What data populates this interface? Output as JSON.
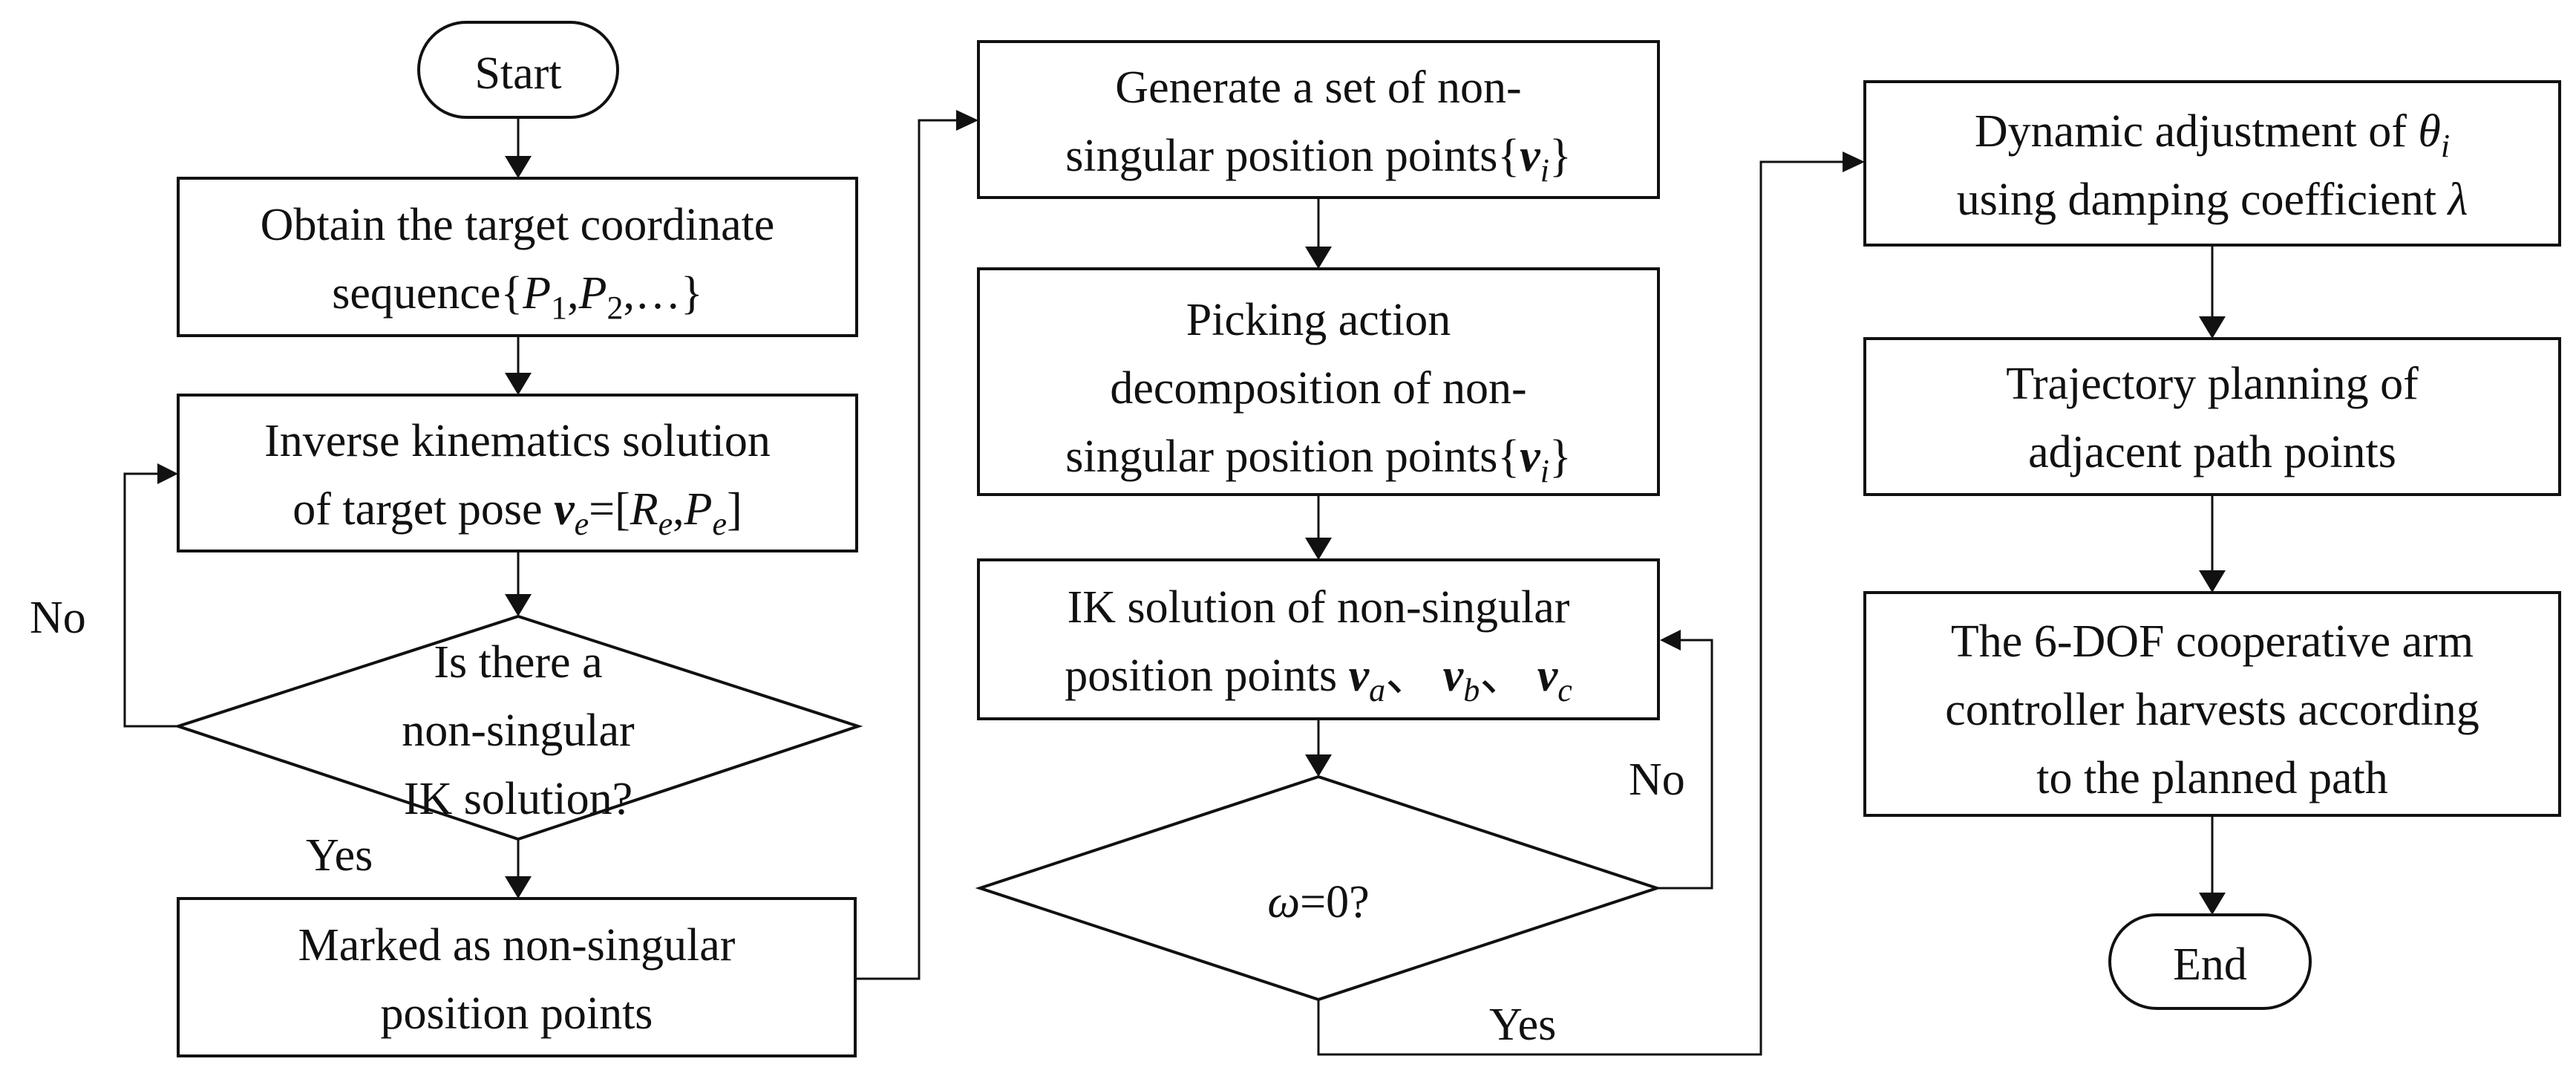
{
  "flowchart": {
    "nodes": {
      "start": {
        "shape": "terminal",
        "lines": [
          [
            {
              "t": "Start"
            }
          ]
        ]
      },
      "obtain": {
        "shape": "process",
        "lines": [
          [
            {
              "t": "Obtain the target coordinate"
            }
          ],
          [
            {
              "t": "sequence{"
            },
            {
              "t": "P",
              "i": true
            },
            {
              "t": "1",
              "sub": true
            },
            {
              "t": ","
            },
            {
              "t": "P",
              "i": true
            },
            {
              "t": "2",
              "sub": true
            },
            {
              "t": ",…}"
            }
          ]
        ]
      },
      "inverse": {
        "shape": "process",
        "lines": [
          [
            {
              "t": "Inverse kinematics solution"
            }
          ],
          [
            {
              "t": "of target pose "
            },
            {
              "t": "v",
              "i": true,
              "b": true
            },
            {
              "t": "e",
              "sub": true,
              "i": true
            },
            {
              "t": "=["
            },
            {
              "t": "R",
              "i": true
            },
            {
              "t": "e",
              "sub": true,
              "i": true
            },
            {
              "t": ","
            },
            {
              "t": "P",
              "i": true
            },
            {
              "t": "e",
              "sub": true,
              "i": true
            },
            {
              "t": "]"
            }
          ]
        ]
      },
      "decision1": {
        "shape": "decision",
        "lines": [
          [
            {
              "t": "Is there a"
            }
          ],
          [
            {
              "t": "non-singular"
            }
          ],
          [
            {
              "t": "IK solution?"
            }
          ]
        ]
      },
      "marked": {
        "shape": "process",
        "lines": [
          [
            {
              "t": "Marked as non-singular"
            }
          ],
          [
            {
              "t": "position points"
            }
          ]
        ]
      },
      "generate": {
        "shape": "process",
        "lines": [
          [
            {
              "t": "Generate a set of non-"
            }
          ],
          [
            {
              "t": "singular position points{"
            },
            {
              "t": "v",
              "i": true,
              "b": true
            },
            {
              "t": "i",
              "sub": true,
              "i": true
            },
            {
              "t": "}"
            }
          ]
        ]
      },
      "picking": {
        "shape": "process",
        "lines": [
          [
            {
              "t": "Picking action"
            }
          ],
          [
            {
              "t": "decomposition of non-"
            }
          ],
          [
            {
              "t": "singular position points{"
            },
            {
              "t": "v",
              "i": true,
              "b": true
            },
            {
              "t": "i",
              "sub": true,
              "i": true
            },
            {
              "t": "}"
            }
          ]
        ]
      },
      "ik": {
        "shape": "process",
        "lines": [
          [
            {
              "t": "IK solution of non-singular"
            }
          ],
          [
            {
              "t": "position points "
            },
            {
              "t": "v",
              "i": true,
              "b": true
            },
            {
              "t": "a",
              "sub": true,
              "i": true
            },
            {
              "t": "、 "
            },
            {
              "t": "v",
              "i": true,
              "b": true
            },
            {
              "t": "b",
              "sub": true,
              "i": true
            },
            {
              "t": "、 "
            },
            {
              "t": "v",
              "i": true,
              "b": true
            },
            {
              "t": "c",
              "sub": true,
              "i": true
            }
          ]
        ]
      },
      "decision2": {
        "shape": "decision",
        "lines": [
          [
            {
              "t": "ω",
              "i": true
            },
            {
              "t": "=0?"
            }
          ]
        ]
      },
      "dynamic": {
        "shape": "process",
        "lines": [
          [
            {
              "t": "Dynamic adjustment of "
            },
            {
              "t": "θ",
              "i": true
            },
            {
              "t": "i",
              "sub": true,
              "i": true
            }
          ],
          [
            {
              "t": "using damping coefficient "
            },
            {
              "t": "λ",
              "i": true
            }
          ]
        ]
      },
      "trajectory": {
        "shape": "process",
        "lines": [
          [
            {
              "t": "Trajectory planning of"
            }
          ],
          [
            {
              "t": "adjacent path points"
            }
          ]
        ]
      },
      "controller": {
        "shape": "process",
        "lines": [
          [
            {
              "t": "The 6-DOF cooperative arm"
            }
          ],
          [
            {
              "t": "controller harvests according"
            }
          ],
          [
            {
              "t": "to the planned path"
            }
          ]
        ]
      },
      "end": {
        "shape": "terminal",
        "lines": [
          [
            {
              "t": "End"
            }
          ]
        ]
      }
    },
    "edge_labels": {
      "no_1": "No",
      "yes_1": "Yes",
      "no_2": "No",
      "yes_2": "Yes"
    },
    "edges": [
      {
        "from": "start",
        "to": "obtain"
      },
      {
        "from": "obtain",
        "to": "inverse"
      },
      {
        "from": "inverse",
        "to": "decision1"
      },
      {
        "from": "decision1",
        "to": "marked",
        "label": "Yes"
      },
      {
        "from": "decision1",
        "to": "inverse",
        "label": "No"
      },
      {
        "from": "marked",
        "to": "generate"
      },
      {
        "from": "generate",
        "to": "picking"
      },
      {
        "from": "picking",
        "to": "ik"
      },
      {
        "from": "ik",
        "to": "decision2"
      },
      {
        "from": "decision2",
        "to": "ik",
        "label": "No"
      },
      {
        "from": "decision2",
        "to": "dynamic",
        "label": "Yes"
      },
      {
        "from": "dynamic",
        "to": "trajectory"
      },
      {
        "from": "trajectory",
        "to": "controller"
      },
      {
        "from": "controller",
        "to": "end"
      }
    ]
  }
}
